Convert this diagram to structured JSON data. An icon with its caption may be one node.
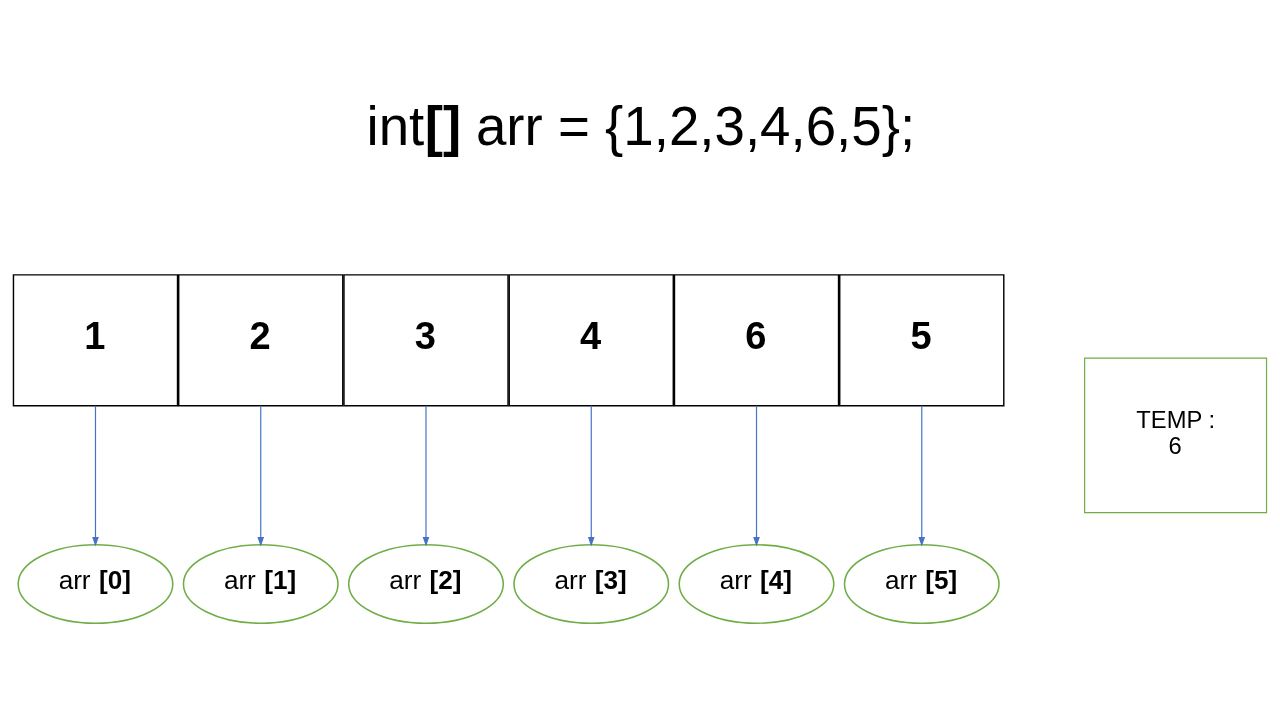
{
  "diagram": {
    "title": "int**[]** arr = {1,2,3,4,6,5};",
    "nodes": [
      {
        "text": [
          "1"
        ]
      },
      {
        "text": [
          "2"
        ]
      },
      {
        "text": [
          "3"
        ]
      },
      {
        "text": [
          "4"
        ]
      },
      {
        "text": [
          "6"
        ]
      },
      {
        "text": [
          "5"
        ]
      },
      {
        "text": [
          "arr **[0]**"
        ]
      },
      {
        "text": [
          "arr **[1]**"
        ]
      },
      {
        "text": [
          "arr **[2]**"
        ]
      },
      {
        "text": [
          "arr **[3]**"
        ]
      },
      {
        "text": [
          "arr **[4]**"
        ]
      },
      {
        "text": [
          "arr **[5]**"
        ]
      },
      {
        "text": [
          "TEMP :",
          "6"
        ]
      }
    ],
    "edges": [
      {
        "from": 0,
        "to": 6,
        "arrow": "to"
      },
      {
        "from": 1,
        "to": 7,
        "arrow": "to"
      },
      {
        "from": 2,
        "to": 8,
        "arrow": "to"
      },
      {
        "from": 3,
        "to": 9,
        "arrow": "to"
      },
      {
        "from": 4,
        "to": 10,
        "arrow": "to"
      },
      {
        "from": 5,
        "to": 11,
        "arrow": "to"
      }
    ]
  }
}
